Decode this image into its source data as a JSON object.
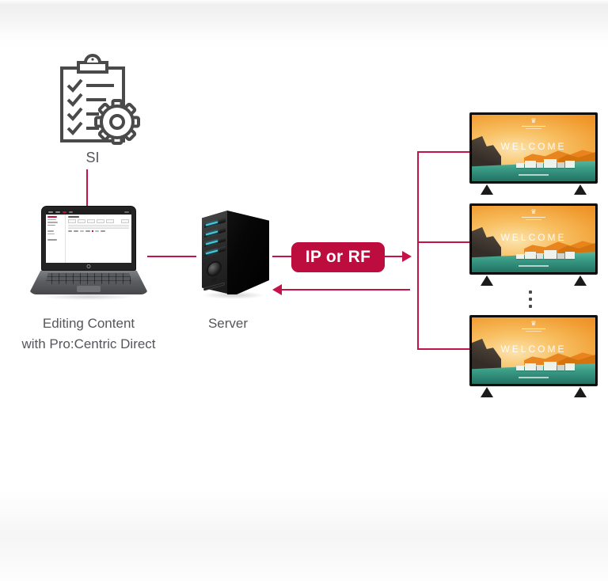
{
  "si": {
    "label": "SI"
  },
  "laptop": {
    "caption_line1": "Editing Content",
    "caption_line2": "with Pro:Centric Direct"
  },
  "server": {
    "label": "Server"
  },
  "badge": {
    "label": "IP or RF",
    "color": "#bd0c3e"
  },
  "tv": {
    "welcome": "WELCOME",
    "count": 3
  },
  "colors": {
    "line_red": "#c51349",
    "icon_gray": "#4a4a4a",
    "text_gray": "#54565b",
    "led_cyan": "#45cbe0",
    "sky_orange": "#f09a2e",
    "water_teal": "#2b8371"
  }
}
